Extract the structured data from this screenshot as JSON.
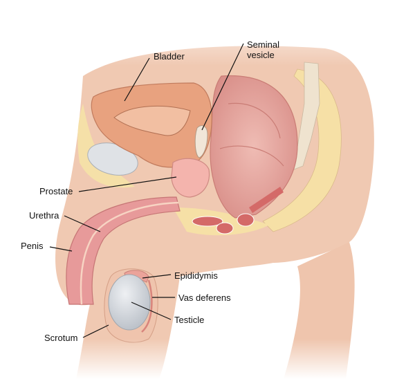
{
  "diagram": {
    "subject": "Male reproductive system, sagittal cross-section",
    "colors": {
      "skin": "#f2cdb8",
      "skin_shadow": "#e3ab90",
      "bladder": "#e8a27f",
      "bladder_inner": "#f0b89a",
      "prostate": "#f4b4ad",
      "erectile_tissue": "#e79a9a",
      "rectum": "#eab0a8",
      "fat": "#f6e0a6",
      "testicle": "#d9dde2",
      "muscle": "#d46a68",
      "leader_line": "#111111"
    },
    "labels": [
      {
        "id": "bladder",
        "text": "Bladder"
      },
      {
        "id": "seminal-vesicle",
        "text": "Seminal\nvesicle",
        "line1": "Seminal",
        "line2": "vesicle"
      },
      {
        "id": "prostate",
        "text": "Prostate"
      },
      {
        "id": "urethra",
        "text": "Urethra"
      },
      {
        "id": "penis",
        "text": "Penis"
      },
      {
        "id": "epididymis",
        "text": "Epididymis"
      },
      {
        "id": "vas-deferens",
        "text": "Vas deferens"
      },
      {
        "id": "testicle",
        "text": "Testicle"
      },
      {
        "id": "scrotum",
        "text": "Scrotum"
      }
    ]
  }
}
